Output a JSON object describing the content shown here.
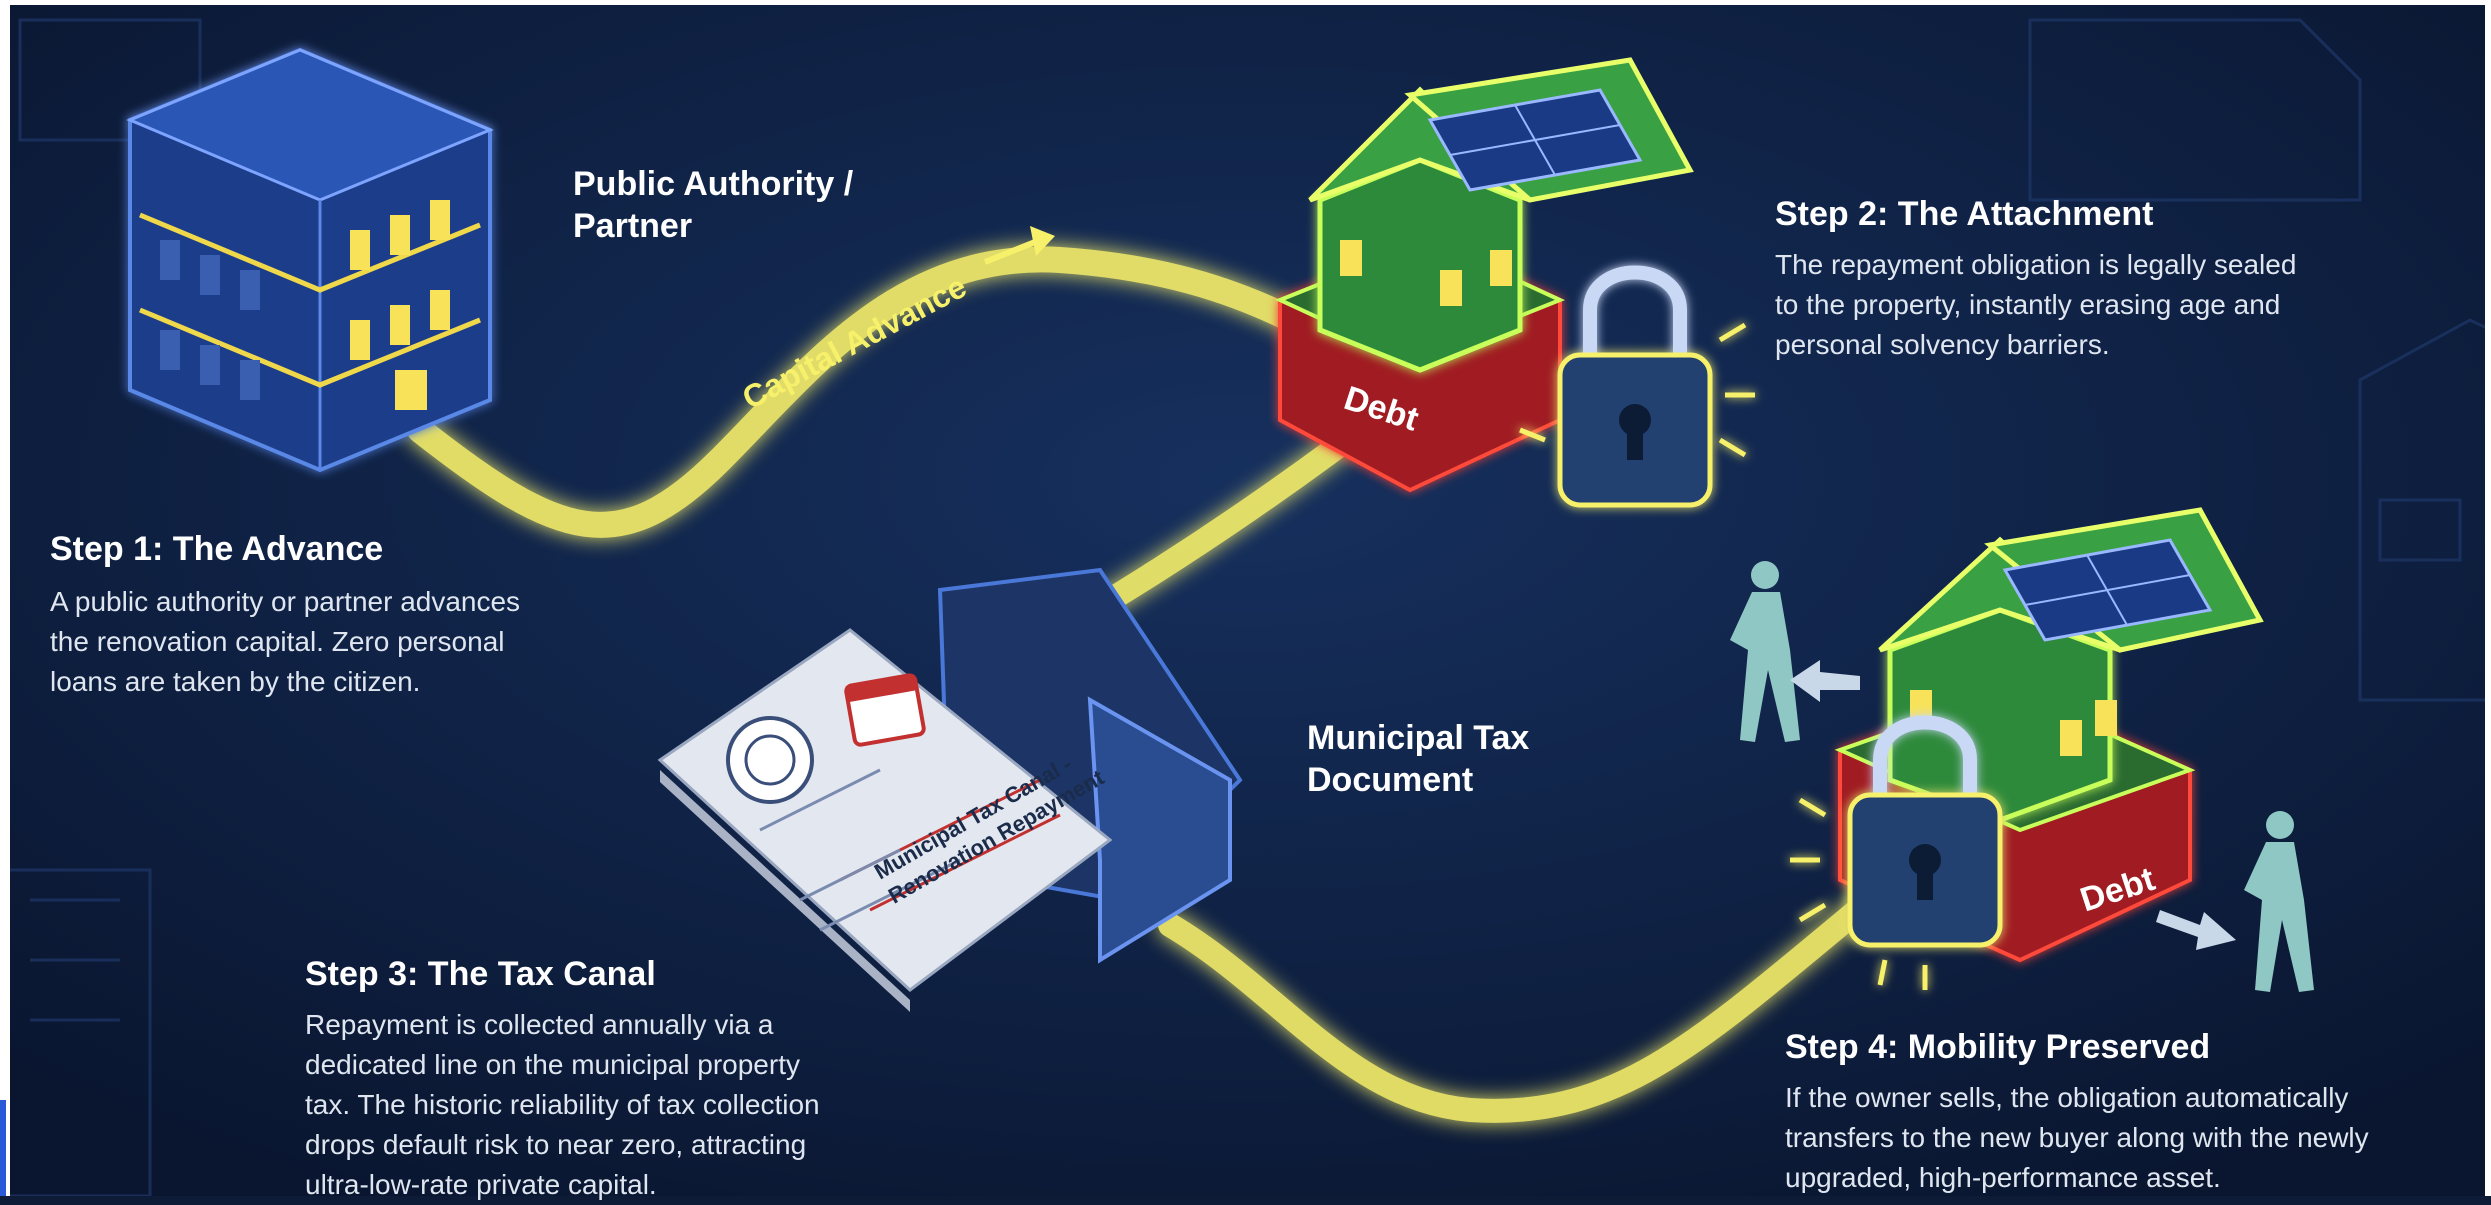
{
  "nodes": {
    "authority": {
      "label": "Public Authority /\nPartner"
    },
    "house_debt_label": "Debt",
    "document": {
      "label": "Municipal Tax\nDocument",
      "doc_title": "Municipal Tax Canal -\nRenovation Repayment"
    },
    "house2_debt_label": "Debt"
  },
  "flow": {
    "capital_advance_label": "Capital Advance"
  },
  "steps": [
    {
      "title": "Step 1: The Advance",
      "text": "A public authority or partner advances\nthe renovation capital. Zero personal\nloans are taken by the citizen."
    },
    {
      "title": "Step 2: The Attachment",
      "text": "The repayment obligation is legally sealed\nto the property, instantly erasing age and\npersonal solvency barriers."
    },
    {
      "title": "Step 3: The Tax Canal",
      "text": "Repayment is collected annually via a\ndedicated line on the municipal property\ntax. The historic reliability of tax collection\ndrops default risk to near zero, attracting\nultra-low-rate private capital."
    },
    {
      "title": "Step 4: Mobility Preserved",
      "text": "If the owner sells, the obligation automatically\ntransfers to the new buyer along with the newly\nupgraded, high-performance asset."
    }
  ],
  "colors": {
    "background": "#0d1b36",
    "glow_path": "#f7f06a",
    "house_green": "#2f8a3a",
    "debt_red": "#a01e22",
    "building_blue": "#1e3d8a",
    "lock_blue": "#22406f"
  },
  "icons": [
    "government-building-icon",
    "house-icon",
    "solar-panel-icon",
    "padlock-icon",
    "tax-document-icon",
    "calendar-icon",
    "seal-icon",
    "person-walking-icon",
    "arrow-icon"
  ]
}
